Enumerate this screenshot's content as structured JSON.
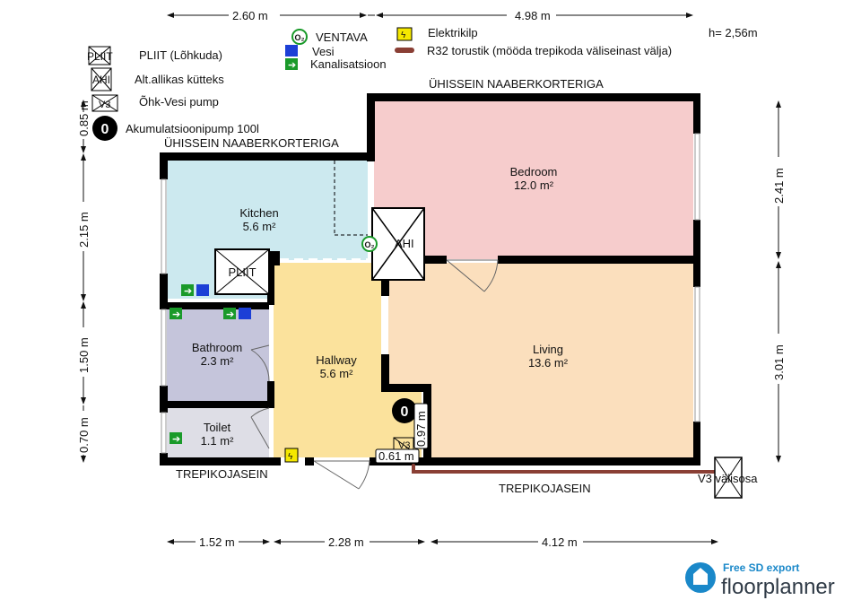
{
  "legend": {
    "pliit": {
      "symbol": "PLIIT",
      "label": "PLIIT (Lõhkuda)"
    },
    "ahi": {
      "symbol": "AHI",
      "label": "Alt.allikas kütteks"
    },
    "v3": {
      "symbol": "V3",
      "label": "Õhk-Vesi pump"
    },
    "pump": {
      "symbol": "0",
      "label": "Akumulatsioonipump 100l"
    },
    "ventava": {
      "symbol": "O₂",
      "label": "VENTAVA"
    },
    "vesi": {
      "label": "Vesi"
    },
    "kanal": {
      "label": "Kanalisatsioon"
    },
    "elekter": {
      "label": "Elektrikilp"
    },
    "r32": {
      "label": "R32 torustik (mööda trepikoda väliseinast välja)"
    }
  },
  "height_note": "h= 2,56m",
  "wall_labels": {
    "top_right": "ÜHISSEIN NAABERKORTERIGA",
    "top_left": "ÜHISSEIN NAABERKORTERIGA",
    "bottom_left": "TREPIKOJASEIN",
    "bottom_right": "TREPIKOJASEIN"
  },
  "rooms": {
    "kitchen": {
      "name": "Kitchen",
      "area": "5.6 m²"
    },
    "bedroom": {
      "name": "Bedroom",
      "area": "12.0 m²"
    },
    "bathroom": {
      "name": "Bathroom",
      "area": "2.3 m²"
    },
    "hallway": {
      "name": "Hallway",
      "area": "5.6 m²"
    },
    "living": {
      "name": "Living",
      "area": "13.6 m²"
    },
    "toilet": {
      "name": "Toilet",
      "area": "1.1 m²"
    }
  },
  "fixtures": {
    "pliit": "PLIIT",
    "ahi": "AHI",
    "ventava": "O₂",
    "pump": "0",
    "v3_inside": "V3",
    "v3_outside": "V3 välisosa"
  },
  "dimensions": {
    "top": [
      "2.60 m",
      "4.98 m"
    ],
    "left": [
      "0.85 m",
      "2.15 m",
      "1.50 m",
      "0.70 m"
    ],
    "right": [
      "2.41 m",
      "3.01 m"
    ],
    "bottom": [
      "1.52 m",
      "2.28 m",
      "4.12 m"
    ],
    "closet_w": "0.61 m",
    "closet_h": "0.97 m"
  },
  "footer": {
    "badge": "Free SD export",
    "brand": "floorplanner"
  },
  "colors": {
    "kitchen": "#cce9ef",
    "bedroom": "#f6cccc",
    "living": "#fbdfbd",
    "hallway": "#fbe29c",
    "bathroom": "#c5c5db",
    "toilet": "#dedee6",
    "pipe": "#8a3f35",
    "brand": "#1a88c9"
  }
}
